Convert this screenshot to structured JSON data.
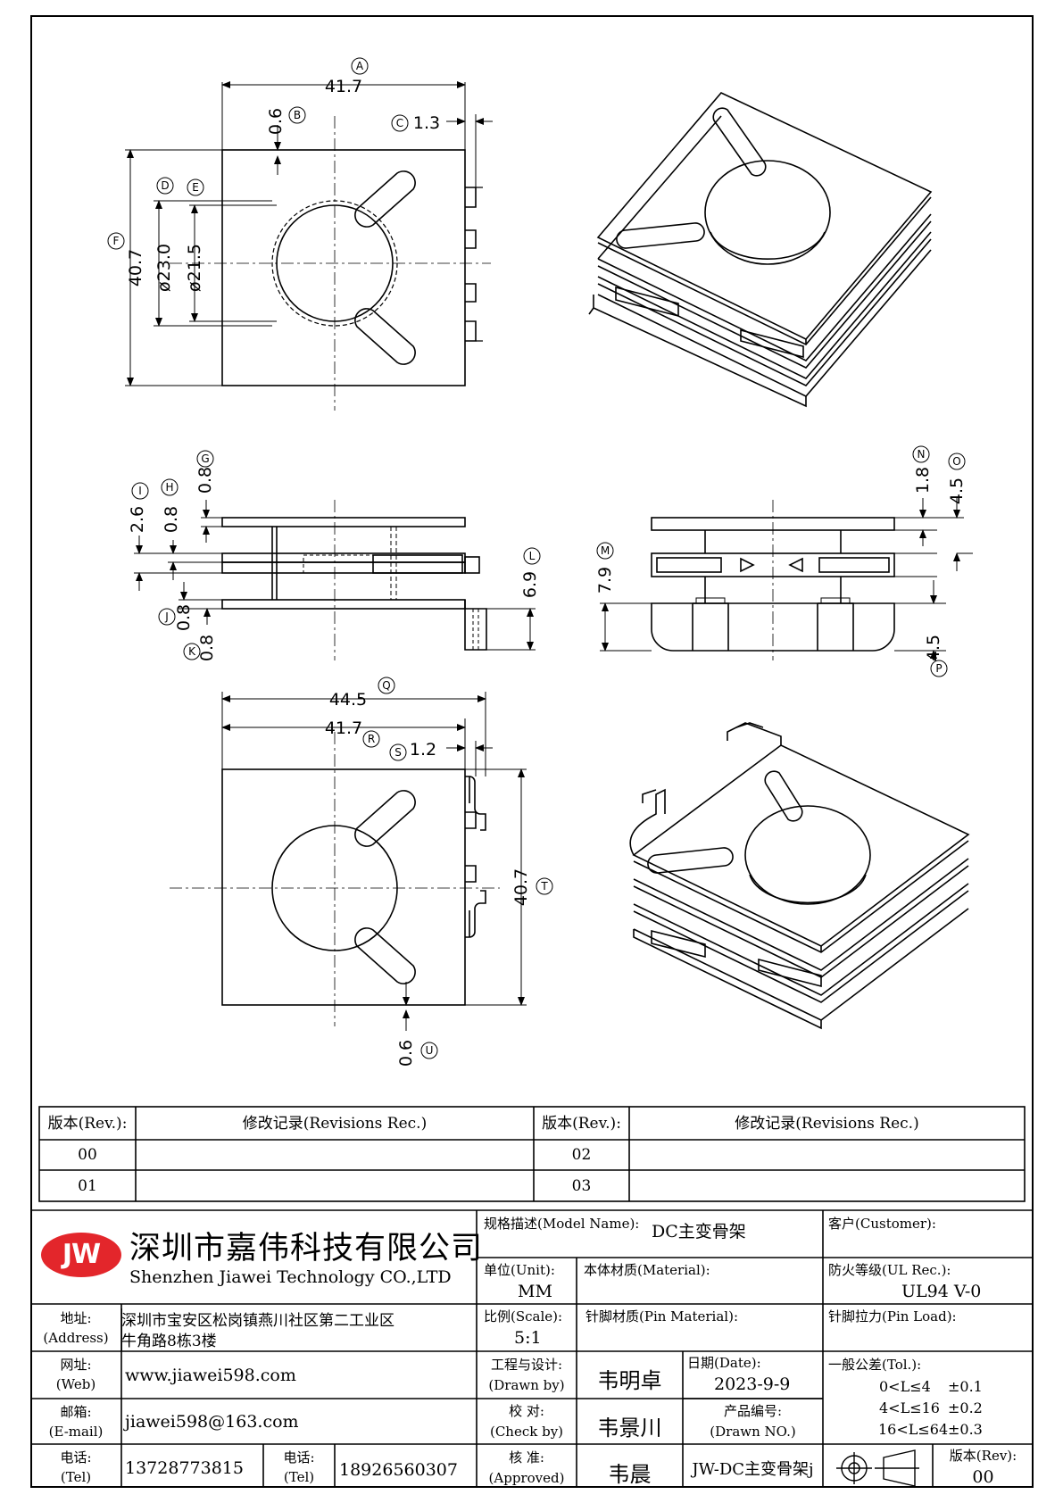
{
  "dims": {
    "top_width": "41.7",
    "top_pin_offset": "1.3",
    "top_edge": "0.6",
    "top_height": "40.7",
    "dia_outer": "ø23.0",
    "dia_inner": "ø21.5",
    "side_h26": "2.6",
    "side_h08a": "0.8",
    "side_h08b": "0.8",
    "side_h08c": "0.8",
    "side_h08d": "0.8",
    "side_h69": "6.9",
    "front_18": "1.8",
    "front_45a": "4.5",
    "front_79": "7.9",
    "front_45b": "4.5",
    "bot_width_outer": "44.5",
    "bot_width": "41.7",
    "bot_pin": "1.2",
    "bot_height": "40.7",
    "bot_edge": "0.6"
  },
  "balloons": [
    "A",
    "B",
    "C",
    "D",
    "E",
    "F",
    "G",
    "H",
    "I",
    "J",
    "K",
    "L",
    "M",
    "N",
    "O",
    "P",
    "Q",
    "R",
    "S",
    "T",
    "U"
  ],
  "revisions": {
    "header_rev": "版本(Rev.):",
    "header_rec": "修改记录(Revisions Rec.)",
    "rows_left": [
      "00",
      "01"
    ],
    "rows_right": [
      "02",
      "03"
    ]
  },
  "company": {
    "logo": "JW",
    "name_cn": "深圳市嘉伟科技有限公司",
    "name_en": "Shenzhen Jiawei Technology CO.,LTD",
    "logo_color": "#e3262b"
  },
  "info": {
    "address_label": "地址:",
    "address_label_en": "(Address)",
    "address_line1": "深圳市宝安区松岗镇燕川社区第二工业区",
    "address_line2": "牛角路8栋3楼",
    "web_label": "网址:",
    "web_label_en": "(Web)",
    "web": "www.jiawei598.com",
    "mail_label": "邮箱:",
    "mail_label_en": "(E-mail)",
    "mail": "jiawei598@163.com",
    "tel_label": "电话:",
    "tel_label_en": "(Tel)",
    "tel1": "13728773815",
    "tel2": "18926560307"
  },
  "title_block": {
    "model_label": "规格描述(Model Name):",
    "model": "DC主变骨架",
    "customer_label": "客户(Customer):",
    "unit_label": "单位(Unit):",
    "unit": "MM",
    "material_label": "本体材质(Material):",
    "ul_label": "防火等级(UL Rec.):",
    "ul": "UL94 V-0",
    "scale_label": "比例(Scale):",
    "scale": "5:1",
    "pin_material_label": "针脚材质(Pin Material):",
    "pin_load_label": "针脚拉力(Pin Load):",
    "drawn_label": "工程与设计:",
    "drawn_label_en": "(Drawn by)",
    "drawn": "韦明卓",
    "date_label": "日期(Date):",
    "date": "2023-9-9",
    "tol_label": "一般公差(Tol.):",
    "tol": [
      "0<L≤4",
      "±0.1",
      "4<L≤16",
      "±0.2",
      "16<L≤64",
      "±0.3"
    ],
    "check_label": "校    对:",
    "check_label_en": "(Check by)",
    "check": "韦景川",
    "drawing_no_label": "产品编号:",
    "drawing_no_label_en": "(Drawn NO.)",
    "approved_label": "核    准:",
    "approved_label_en": "(Approved)",
    "approved": "韦晨",
    "drawing_no": "JW-DC主变骨架j",
    "rev_label": "版本(Rev):",
    "rev": "00"
  }
}
